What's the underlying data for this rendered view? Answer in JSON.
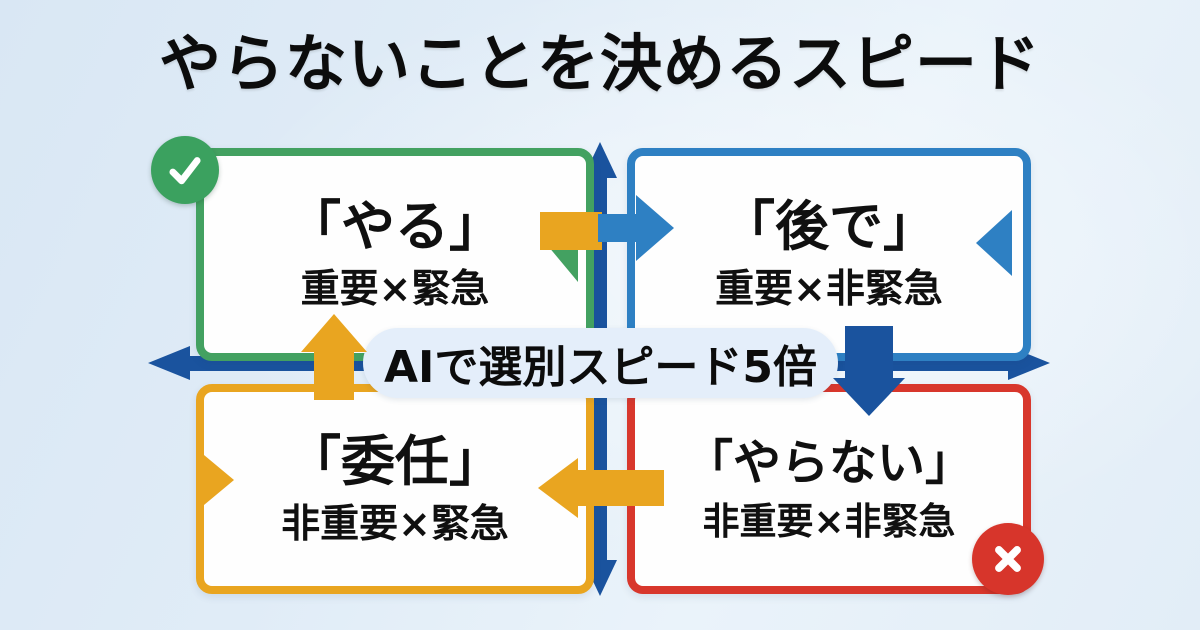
{
  "title": "やらないことを決めるスピード",
  "center_badge": {
    "label": "AIで選別スピード5倍"
  },
  "quadrants": {
    "do": {
      "label": "「やる」",
      "sublabel": "重要×緊急",
      "color": "#43a161",
      "icon": "check-icon"
    },
    "later": {
      "label": "「後で」",
      "sublabel": "重要×非緊急",
      "color": "#2e80c3"
    },
    "delegate": {
      "label": "「委任」",
      "sublabel": "非重要×緊急",
      "color": "#e9a520"
    },
    "dont": {
      "label": "「やらない」",
      "sublabel": "非重要×非緊急",
      "color": "#d8372c",
      "icon": "cross-icon"
    }
  },
  "colors": {
    "axis_arrow": "#1a539e",
    "flow_yellow": "#e9a520",
    "flow_blue": "#2e80c3",
    "badge_background": "#e4eefa",
    "background": "#e0ecf7",
    "text": "#0c0c0c"
  }
}
